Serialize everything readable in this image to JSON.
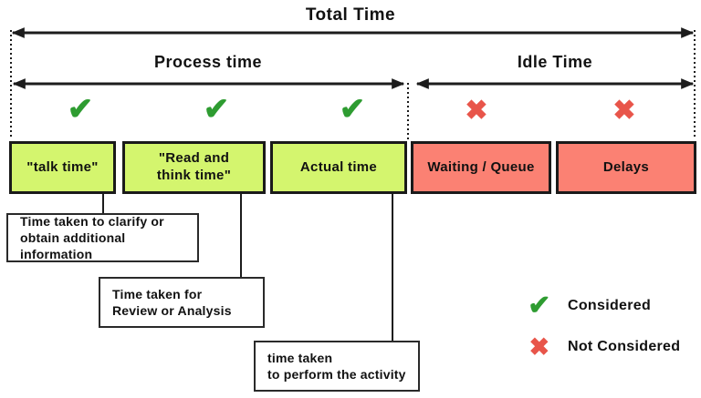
{
  "header": {
    "total_label": "Total Time",
    "process_label": "Process time",
    "idle_label": "Idle Time"
  },
  "glyphs": {
    "check": "✔",
    "cross": "✖"
  },
  "boxes": [
    {
      "label": "\"talk time\"",
      "status": "considered"
    },
    {
      "label": "\"Read and\nthink time\"",
      "status": "considered"
    },
    {
      "label": "Actual time",
      "status": "considered"
    },
    {
      "label": "Waiting / Queue",
      "status": "not considered"
    },
    {
      "label": "Delays",
      "status": "not considered"
    }
  ],
  "annotations": [
    {
      "text": "Time taken to clarify or\nobtain additional information"
    },
    {
      "text": "Time taken for\nReview or Analysis"
    },
    {
      "text": "time taken\nto perform the activity"
    }
  ],
  "legend": [
    {
      "glyph": "✔",
      "label": "Considered"
    },
    {
      "glyph": "✖",
      "label": "Not Considered"
    }
  ],
  "colors": {
    "considered_fill": "#d4f56e",
    "not_considered_fill": "#fb8173",
    "check_green": "#2e9c31",
    "cross_red": "#e8554a",
    "line_black": "#1c1c1c"
  }
}
